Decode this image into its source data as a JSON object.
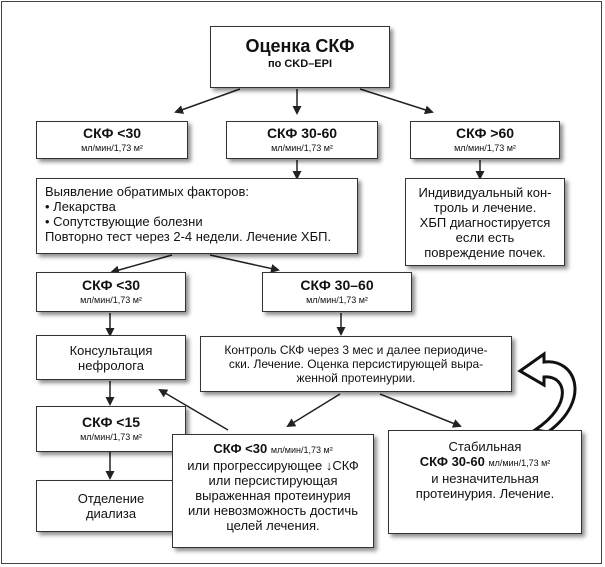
{
  "title": {
    "main": "Оценка СКФ",
    "sub": "по CKD–EPI"
  },
  "gfr_unit": "мл/мин/1,73 м²",
  "top_row": [
    {
      "label": "СКФ <30"
    },
    {
      "label": "СКФ 30-60"
    },
    {
      "label": "СКФ >60"
    }
  ],
  "reversible_box": {
    "line1": "Выявление обратимых факторов:",
    "line2": "• Лекарства",
    "line3": "• Сопутствующие болезни",
    "line4": "Повторно тест через 2-4 недели. Лечение ХБП."
  },
  "individual_box": {
    "line1": "Индивидуальный кон-",
    "line2": "троль и лечение.",
    "line3": "ХБП диагностируется",
    "line4": "если есть",
    "line5": "повреждение почек."
  },
  "second_row": [
    {
      "label": "СКФ <30"
    },
    {
      "label": "СКФ 30–60"
    }
  ],
  "nephro_box": {
    "line1": "Консультация",
    "line2": "нефролога"
  },
  "control_box": {
    "line1": "Контроль СКФ через 3 мес и далее периодиче-",
    "line2": "ски. Лечение. Оценка персистирующей выра-",
    "line3": "женной протеинурии."
  },
  "gfr15_box": {
    "label": "СКФ <15"
  },
  "dialysis_box": {
    "line1": "Отделение",
    "line2": "диализа"
  },
  "progress_box": {
    "label": "СКФ <30",
    "line2": "или прогрессирующее ↓СКФ",
    "line3": "или персистирующая",
    "line4": "выраженная протеинурия",
    "line5": "или невозможность достичь",
    "line6": "целей лечения."
  },
  "stable_box": {
    "line1": "Стабильная",
    "label": "СКФ 30-60",
    "line3": "и незначительная",
    "line4": "протеинурия. Лечение."
  }
}
